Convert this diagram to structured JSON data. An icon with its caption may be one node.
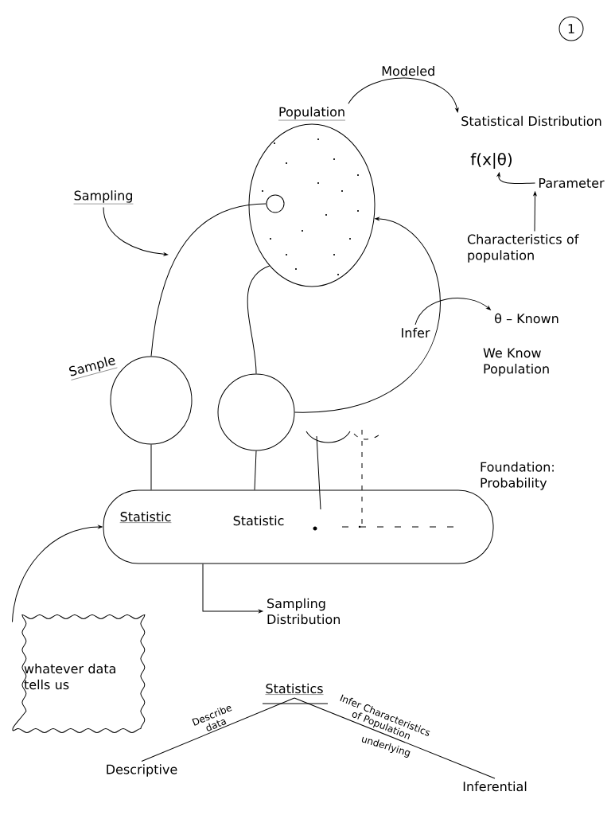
{
  "diagram": {
    "nodes": [
      {
        "text": [
          "Population"
        ]
      },
      {
        "text": [],
        "shape": "circle",
        "in": 0
      },
      {
        "text": [
          "Sample"
        ]
      },
      {
        "text": [],
        "shape": "circle"
      },
      {
        "text": [
          "Statistic",
          "Statistic"
        ]
      },
      {
        "text": [
          "whatever data tells us"
        ]
      },
      {
        "text": [
          "Sampling Distribution"
        ]
      },
      {
        "text": [
          "Statistical Distribution"
        ]
      },
      {
        "text": [
          "f(x|θ)"
        ]
      },
      {
        "text": [
          "Parameter"
        ]
      },
      {
        "text": [
          "Characteristics of population"
        ]
      },
      {
        "text": [
          "Infer"
        ]
      },
      {
        "text": [
          "θ – Known"
        ]
      },
      {
        "text": [
          "Statistics"
        ]
      },
      {
        "text": [
          "Descriptive"
        ]
      },
      {
        "text": [
          "Inferential"
        ]
      },
      {
        "text": [
          "Sampling"
        ]
      }
    ],
    "edges": [
      {
        "from": 0,
        "to": 7,
        "arrow": "to",
        "label": "Modeled"
      },
      {
        "from": 1,
        "to": 2,
        "arrow": "none"
      },
      {
        "from": 3,
        "to": 0,
        "arrow": "none"
      },
      {
        "from": 3,
        "to": 0,
        "arrow": "to"
      },
      {
        "from": 2,
        "to": 4,
        "arrow": "none"
      },
      {
        "from": 3,
        "to": 4,
        "arrow": "none"
      },
      {
        "from": 4,
        "to": 6,
        "arrow": "to"
      },
      {
        "from": 5,
        "to": 4,
        "arrow": "to"
      },
      {
        "from": 16,
        "to": null,
        "arrow": "to"
      },
      {
        "from": 11,
        "to": 12,
        "arrow": "to"
      },
      {
        "from": 9,
        "to": 8,
        "arrow": "to"
      },
      {
        "from": 10,
        "to": 9,
        "arrow": "to"
      },
      {
        "from": 13,
        "to": 14,
        "arrow": "none",
        "label": "Describe data"
      },
      {
        "from": 13,
        "to": 15,
        "arrow": "none",
        "label": "Infer Characteristics of Population"
      }
    ],
    "labels": [
      "1",
      "We Know Population",
      "Foundation: Probability",
      "underlying"
    ]
  }
}
